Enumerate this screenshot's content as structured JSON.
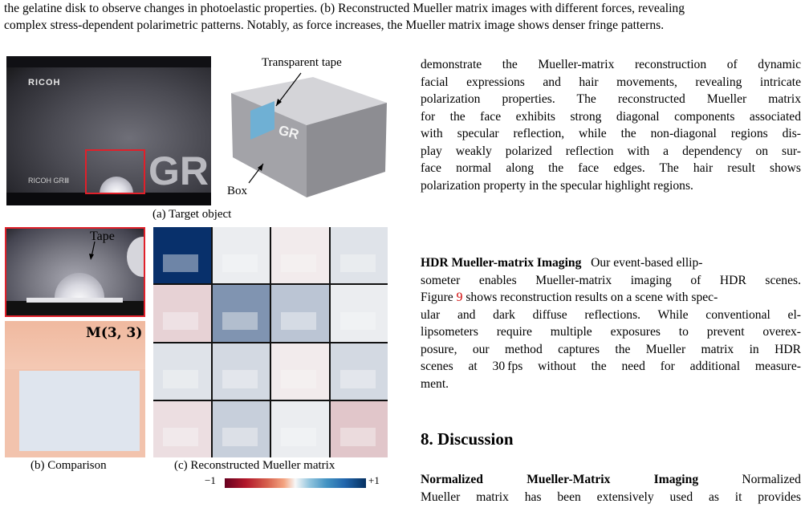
{
  "top_caption": {
    "line1": "the gelatine disk to observe changes in photoelastic properties. (b) Reconstructed Mueller matrix images with different forces, revealing",
    "line2": "complex stress-dependent polarimetric patterns. Notably, as force increases, the Mueller matrix image shows denser fringe patterns."
  },
  "figure": {
    "photo_brand_top": "RICOH",
    "photo_brand_bottom": "RICOH GRⅢ",
    "photo_gr": "GR",
    "diagram_tape_label": "Transparent tape",
    "diagram_box_label": "Box",
    "diagram_gr": "GR",
    "caption_a": "(a) Target object",
    "tape_label": "Tape",
    "m33_label": "M(3, 3)",
    "caption_b": "(b) Comparison",
    "caption_c": "(c) Reconstructed Mueller matrix",
    "colorbar_min": "−1",
    "colorbar_max": "+1",
    "colors": {
      "negative": "#8b0016",
      "zero": "#f7f7f7",
      "positive": "#08306b",
      "highlight_box": "#e0202a",
      "tape": "#6fb0d4"
    },
    "matrix_shading": [
      [
        1.0,
        0.05,
        -0.05,
        0.1
      ],
      [
        -0.15,
        0.5,
        0.25,
        0.05
      ],
      [
        0.1,
        0.15,
        -0.05,
        0.15
      ],
      [
        -0.1,
        0.2,
        0.05,
        -0.2
      ]
    ]
  },
  "text": {
    "p1": [
      "demonstrate the Mueller-matrix reconstruction of dynamic",
      "facial expressions and hair movements, revealing intricate",
      "polarization properties. The reconstructed Mueller matrix",
      "for the face exhibits strong diagonal components associated",
      "with specular reflection, while the non-diagonal regions dis-",
      "play weakly polarized reflection with a dependency on sur-",
      "face normal along the face edges. The hair result shows",
      "polarization property in the specular highlight regions."
    ],
    "hdr_heading": "HDR Mueller-matrix Imaging",
    "hdr_first_rest": "Our event-based ellip-",
    "hdr_line2": "someter enables Mueller-matrix imaging of HDR scenes.",
    "hdr_line3_pre": "Figure",
    "hdr_fig_ref": "9",
    "hdr_line3_post": "shows reconstruction results on a scene with spec-",
    "hdr_rest": [
      "ular and dark diffuse reflections. While conventional el-",
      "lipsometers require multiple exposures to prevent overex-",
      "posure, our method captures the Mueller matrix in HDR",
      "scenes at 30 fps without the need for additional measure-",
      "ment."
    ],
    "section_heading": "8. Discussion",
    "norm_w1": "Normalized",
    "norm_w2": "Mueller-Matrix",
    "norm_w3": "Imaging",
    "norm_w4": "Normalized",
    "norm_line2": "Mueller matrix has been extensively used as it provides"
  }
}
